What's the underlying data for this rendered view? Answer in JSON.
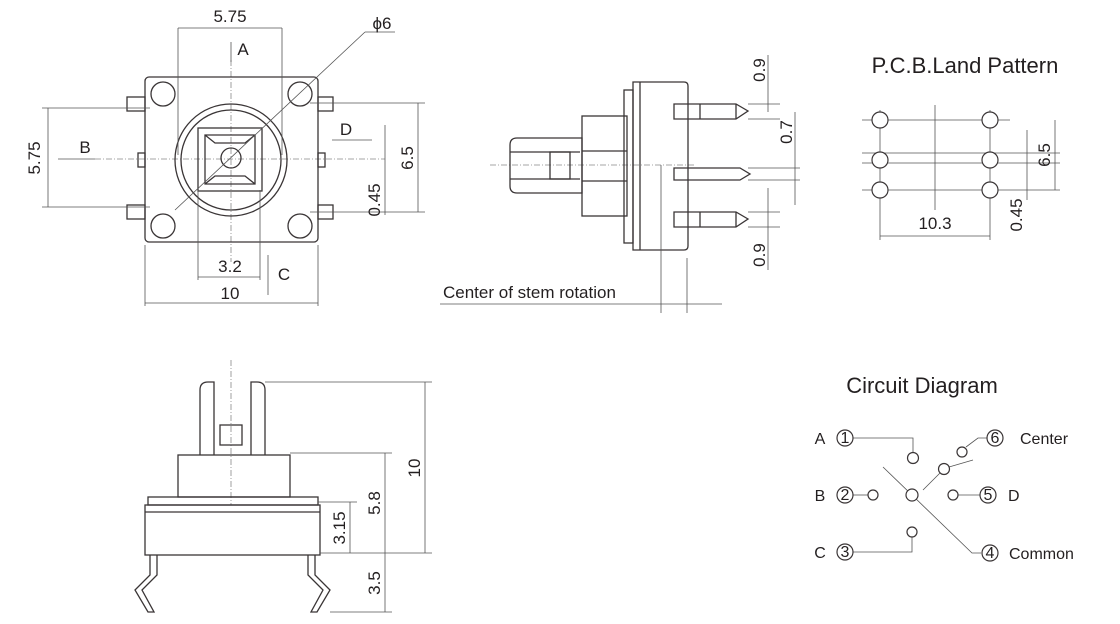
{
  "top_view": {
    "dim_top": "5.75",
    "dim_diameter": "ϕ6",
    "label_a": "A",
    "label_b": "B",
    "label_c": "C",
    "label_d": "D",
    "dim_left": "5.75",
    "dim_right": "6.5",
    "dim_pin": "0.45",
    "dim_inner": "3.2",
    "dim_width": "10"
  },
  "side_view": {
    "dim_top_pin": "0.9",
    "dim_mid_pin": "0.7",
    "dim_bottom_pin": "0.9",
    "center_label": "Center of stem rotation"
  },
  "pcb": {
    "title": "P.C.B.Land Pattern",
    "dim_width": "10.3",
    "dim_height": "6.5",
    "dim_offset": "0.45"
  },
  "front_view": {
    "dim_total": "10",
    "dim_collar": "5.8",
    "dim_body": "3.15",
    "dim_legs": "3.5"
  },
  "circuit": {
    "title": "Circuit Diagram",
    "pins": [
      {
        "dir": "A",
        "num": "1"
      },
      {
        "dir": "B",
        "num": "2"
      },
      {
        "dir": "C",
        "num": "3"
      },
      {
        "num": "4",
        "name": "Common"
      },
      {
        "num": "5",
        "dir": "D"
      },
      {
        "num": "6",
        "name": "Center"
      }
    ]
  }
}
